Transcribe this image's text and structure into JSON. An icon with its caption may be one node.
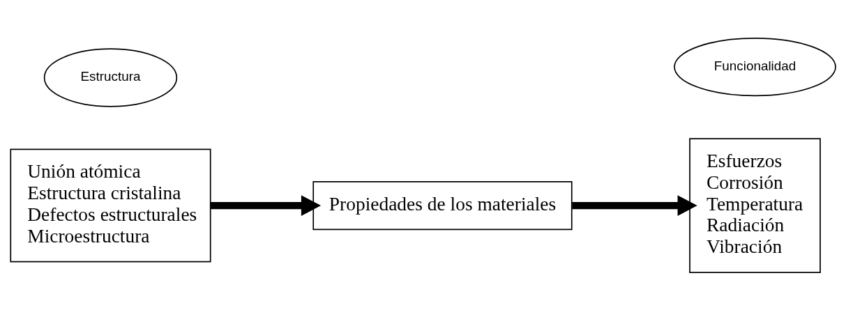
{
  "diagram": {
    "nodes": [
      {
        "text": [
          "Estructura"
        ]
      },
      {
        "text": [
          "Unión atómica",
          "Estructura cristalina",
          "Defectos estructurales",
          "Microestructura"
        ]
      },
      {
        "text": [
          "Propiedades de los materiales"
        ]
      },
      {
        "text": [
          "Funcionalidad"
        ]
      },
      {
        "text": [
          "Esfuerzos",
          "Corrosión",
          "Temperatura",
          "Radiación",
          "Vibración"
        ]
      }
    ],
    "edges": [
      {
        "from": 1,
        "to": 2,
        "arrow": "to"
      },
      {
        "from": 2,
        "to": 4,
        "arrow": "to"
      }
    ]
  }
}
